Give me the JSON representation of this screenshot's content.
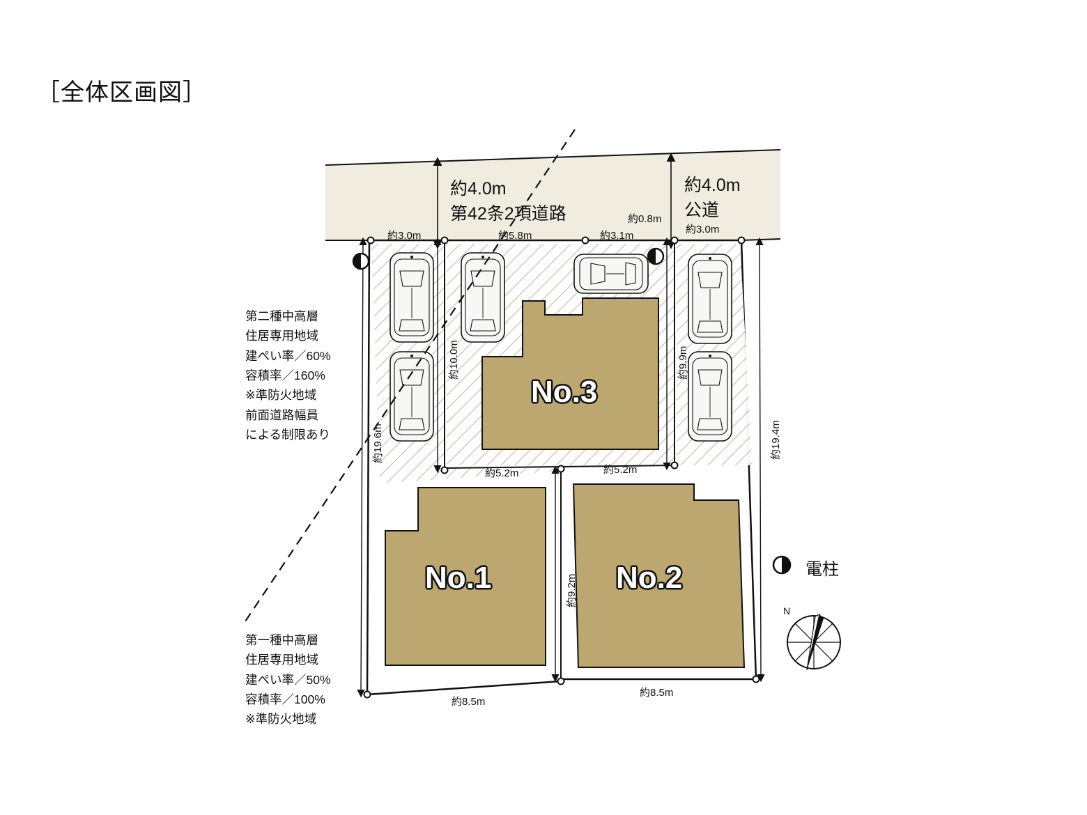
{
  "title": "［全体区画図］",
  "zoning": {
    "upper": "第二種中高層\n住居専用地域\n建ぺい率／60%\n容積率／160%\n※準防火地域\n前面道路幅員\nによる制限あり",
    "lower": "第一種中高層\n住居専用地域\n建ぺい率／50%\n容積率／100%\n※準防火地域"
  },
  "roads": {
    "left": {
      "width": "約4.0m",
      "name": "第42条2項道路"
    },
    "right": {
      "width": "約4.0m",
      "name": "公道"
    }
  },
  "lots": [
    {
      "id": "no1",
      "label": "No.1"
    },
    {
      "id": "no2",
      "label": "No.2"
    },
    {
      "id": "no3",
      "label": "No.3"
    }
  ],
  "dimensions": {
    "top_1": "約3.0m",
    "top_2": "約5.8m",
    "top_3": "約3.1m",
    "top_4": "約0.8m",
    "top_5": "約3.0m",
    "left_outer": "約19.6m",
    "inner_left": "約10.0m",
    "inner_right": "約9.9m",
    "right_outer": "約19.4m",
    "mid_left": "約5.2m",
    "mid_right": "約5.2m",
    "center_vertical": "約9.2m",
    "bottom_left": "約8.5m",
    "bottom_right": "約8.5m"
  },
  "legend": {
    "pole_label": "電柱",
    "north_label": "N"
  },
  "colors": {
    "building": "#bda771",
    "road_fill": "#f0ece0",
    "hatch": "#d9d4c6",
    "line": "#111111"
  }
}
